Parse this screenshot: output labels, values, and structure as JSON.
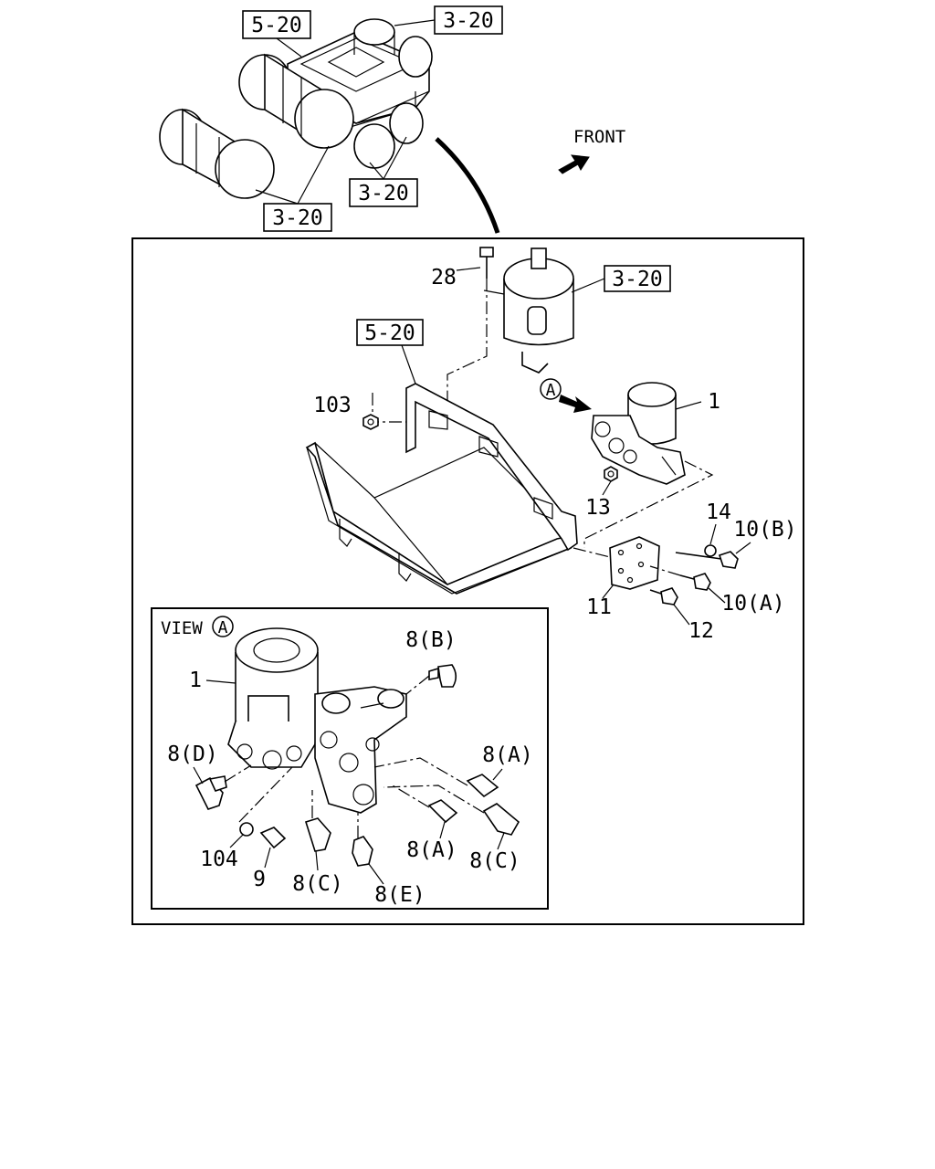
{
  "overview_refs": {
    "ref_a": "5-20",
    "ref_b": "3-20",
    "ref_c": "3-20",
    "ref_d": "3-20"
  },
  "front_label": "FRONT",
  "main": {
    "ref_tank": "3-20",
    "ref_tray": "5-20",
    "view_marker": "A",
    "callouts": {
      "c28": "28",
      "c103": "103",
      "c1": "1",
      "c13": "13",
      "c14": "14",
      "c10b": "10(B)",
      "c10a": "10(A)",
      "c11": "11",
      "c12": "12"
    }
  },
  "view_a": {
    "title": "VIEW",
    "marker": "A",
    "callouts": {
      "c1": "1",
      "c8b": "8(B)",
      "c8d": "8(D)",
      "c8a_top": "8(A)",
      "c104": "104",
      "c9": "9",
      "c8c_left": "8(C)",
      "c8e": "8(E)",
      "c8a_bottom": "8(A)",
      "c8c_right": "8(C)"
    }
  }
}
